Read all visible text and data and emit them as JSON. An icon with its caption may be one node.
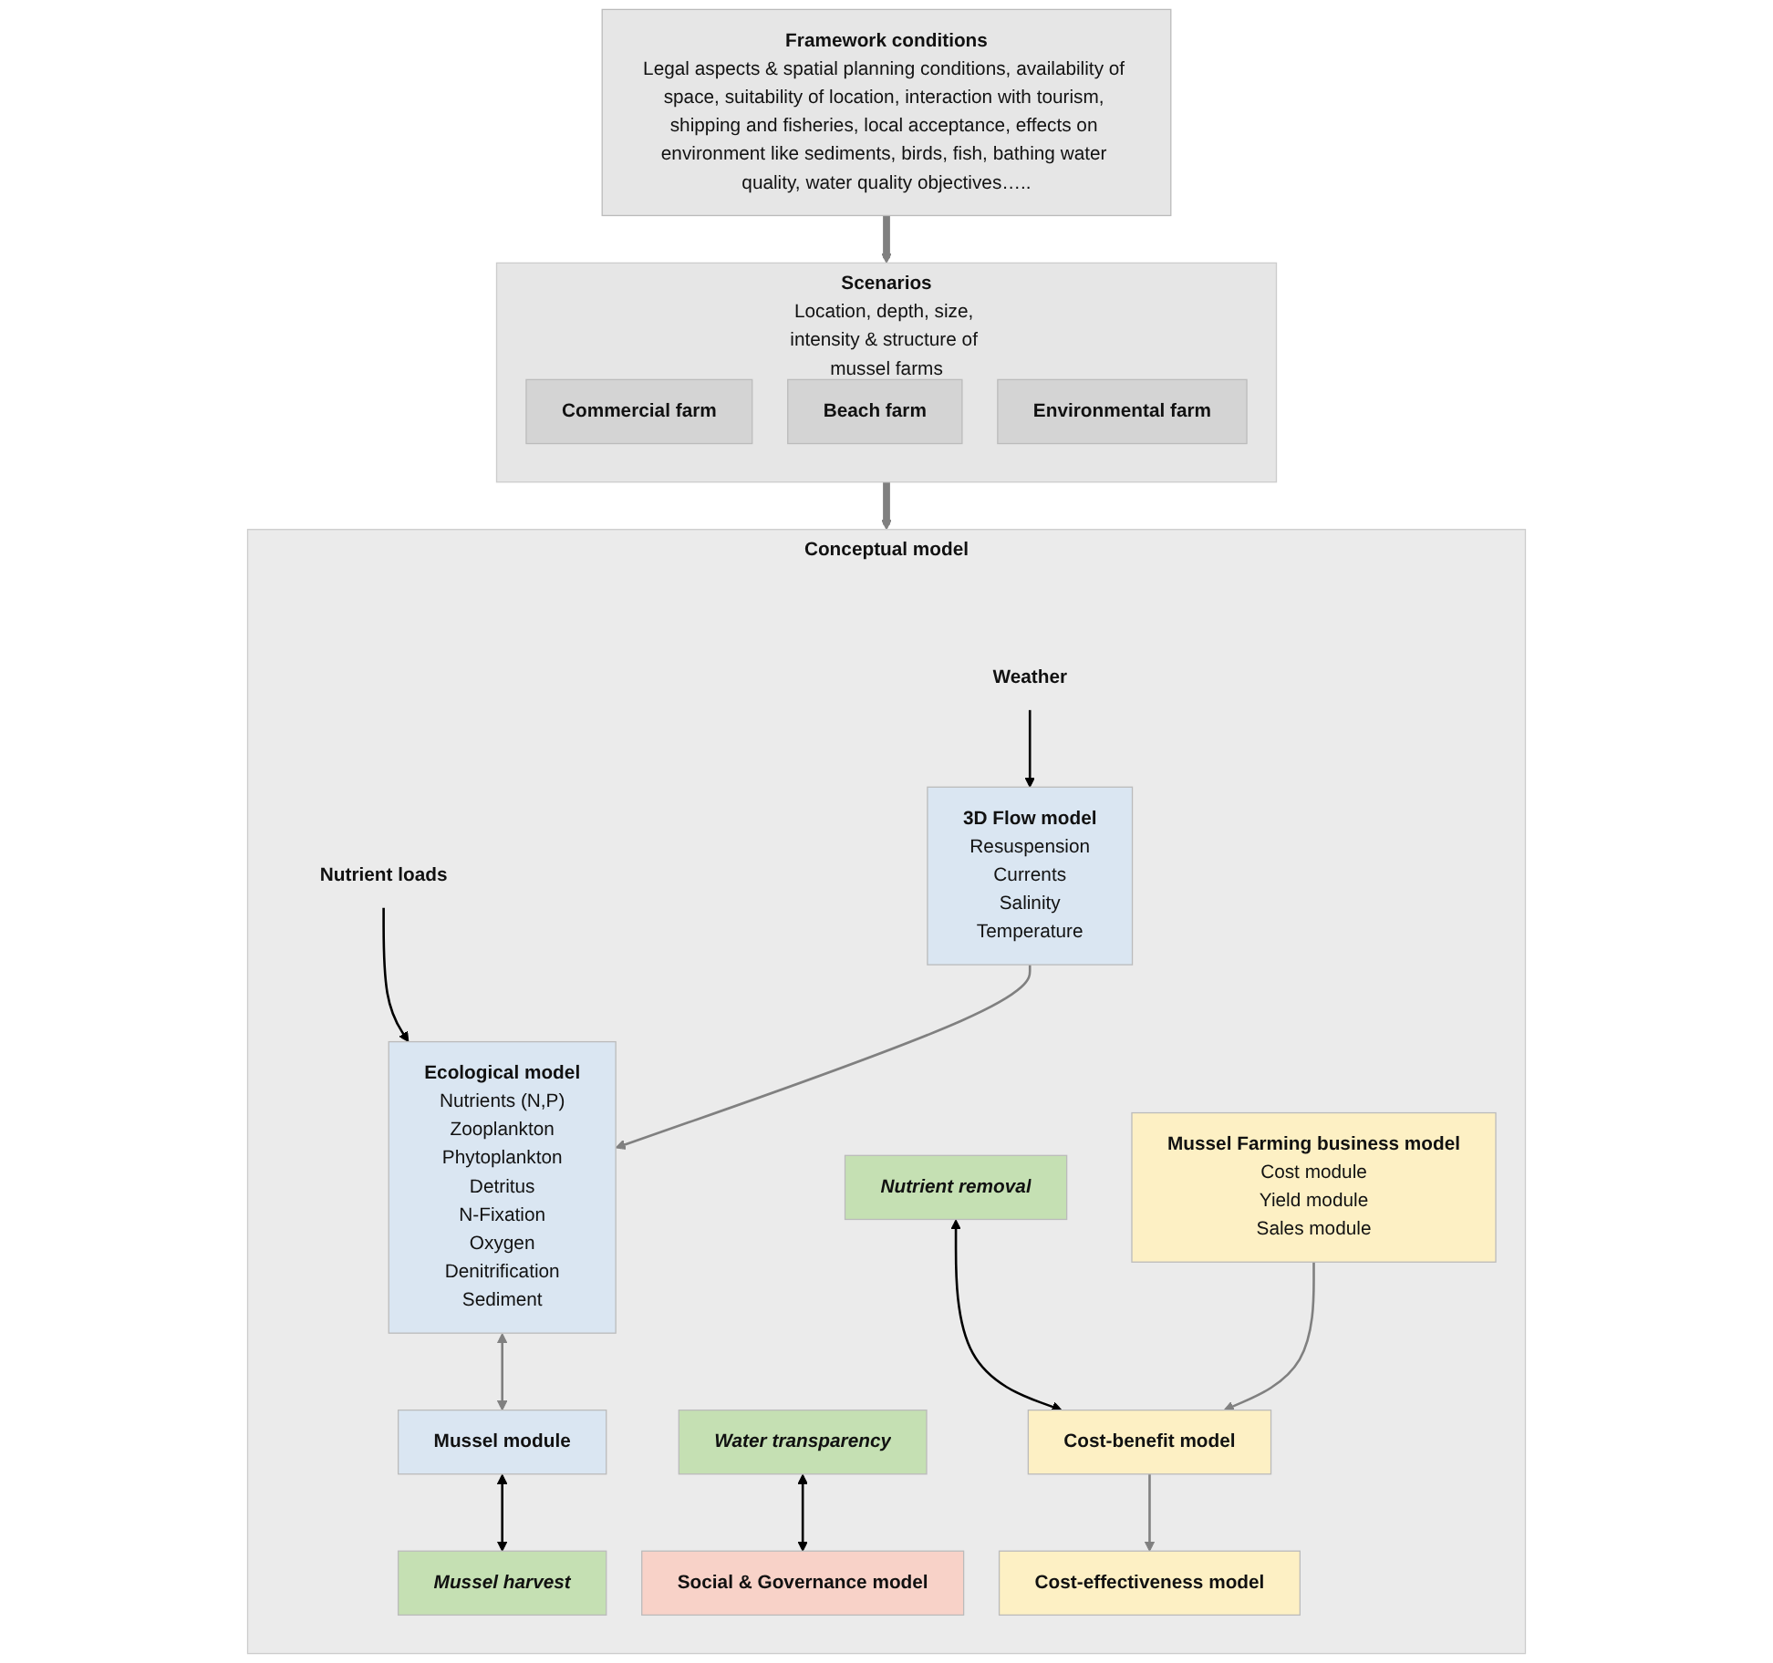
{
  "diagram": {
    "nodes": [
      {
        "text": [
          "Framework conditions",
          "Legal aspects & spatial planning conditions, availability of space, suitability of location, interaction with tourism, shipping and fisheries, local acceptance, effects on environment like sediments, birds, fish, bathing water quality, water quality objectives….."
        ]
      },
      {
        "text": [
          "Scenarios",
          "Location, depth, size, intensity & structure of mussel farms"
        ]
      },
      {
        "text": [
          "Commercial farm"
        ],
        "in": 1
      },
      {
        "text": [
          "Beach farm"
        ],
        "in": 1
      },
      {
        "text": [
          "Environmental farm"
        ],
        "in": 1
      },
      {
        "text": [
          "Conceptual model"
        ]
      },
      {
        "text": [
          "Ecological model",
          "Nutrients (N,P)",
          "Zooplankton",
          "Phytoplankton",
          "Detritus",
          "N-Fixation",
          "Oxygen",
          "Denitrification",
          "Sediment"
        ],
        "in": 5
      },
      {
        "text": [
          "3D Flow model",
          "Resuspension",
          "Currents",
          "Salinity",
          "Temperature"
        ],
        "in": 5
      },
      {
        "text": [
          "Mussel module"
        ],
        "in": 5
      },
      {
        "text": [
          "Mussel harvest"
        ],
        "in": 5
      },
      {
        "text": [
          "Nutrient removal"
        ],
        "in": 5
      },
      {
        "text": [
          "Water transparency"
        ],
        "in": 5
      },
      {
        "text": [
          "Social & Governance model"
        ],
        "in": 5
      },
      {
        "text": [
          "Mussel Farming business model",
          "Cost module",
          "Yield module",
          "Sales module"
        ],
        "in": 5
      },
      {
        "text": [
          "Cost-benefit model"
        ],
        "in": 5
      },
      {
        "text": [
          "Cost-effectiveness model"
        ],
        "in": 5
      },
      {
        "text": [
          "Nutrient loads"
        ],
        "in": 5
      },
      {
        "text": [
          "Weather"
        ],
        "in": 5
      }
    ],
    "edges": [
      {
        "from": 0,
        "to": 1,
        "arrow": "to",
        "style": "thick"
      },
      {
        "from": 1,
        "to": 5,
        "arrow": "to",
        "style": "thick"
      },
      {
        "from": 16,
        "to": 6,
        "arrow": "to",
        "color": "#000000"
      },
      {
        "from": 17,
        "to": 7,
        "arrow": "to",
        "color": "#000000"
      },
      {
        "from": 6,
        "to": 8,
        "arrow": "both"
      },
      {
        "from": 7,
        "to": 6,
        "arrow": "to"
      },
      {
        "from": 8,
        "to": 9,
        "arrow": "both",
        "color": "#000000"
      },
      {
        "from": 10,
        "to": 14,
        "arrow": "both",
        "color": "#000000"
      },
      {
        "from": 11,
        "to": 12,
        "arrow": "both",
        "color": "#000000"
      },
      {
        "from": 13,
        "to": 14,
        "arrow": "to"
      },
      {
        "from": 14,
        "to": 15,
        "arrow": "to"
      }
    ]
  }
}
